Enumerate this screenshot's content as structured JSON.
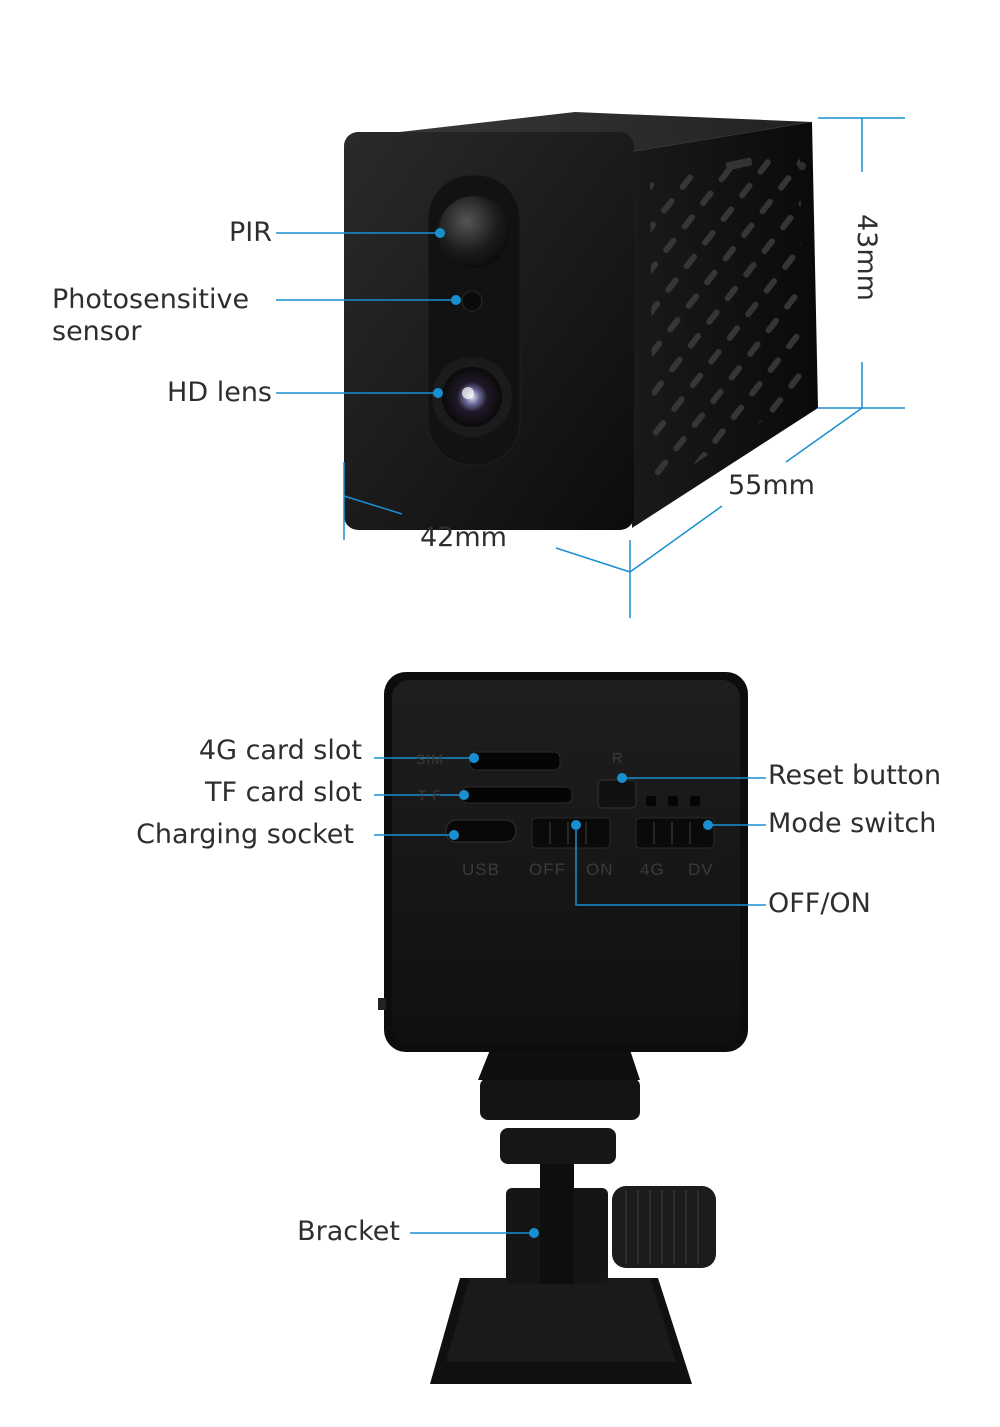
{
  "front_view": {
    "callouts": [
      {
        "id": "pir",
        "text": "PIR"
      },
      {
        "id": "photosensitive",
        "text": "Photosensitive\nsensor"
      },
      {
        "id": "hd_lens",
        "text": "HD lens"
      }
    ],
    "dimensions": {
      "height": "43mm",
      "depth": "55mm",
      "width": "42mm"
    }
  },
  "back_view": {
    "callouts": [
      {
        "id": "sim_slot",
        "text": "4G card slot"
      },
      {
        "id": "tf_slot",
        "text": "TF card slot"
      },
      {
        "id": "charging",
        "text": "Charging socket"
      },
      {
        "id": "reset",
        "text": "Reset button"
      },
      {
        "id": "mode",
        "text": "Mode switch"
      },
      {
        "id": "offon",
        "text": "OFF/ON"
      },
      {
        "id": "bracket",
        "text": "Bracket"
      }
    ],
    "panel_markings": {
      "sim": "SIM",
      "tf": "T F",
      "usb": "USB",
      "off": "OFF",
      "on": "ON",
      "four_g": "4G",
      "dv": "DV",
      "reset": "R"
    }
  },
  "colors": {
    "callout_line": "#1a8fd0",
    "dimension_line": "#1a8fd0",
    "device_body": "#141414"
  }
}
